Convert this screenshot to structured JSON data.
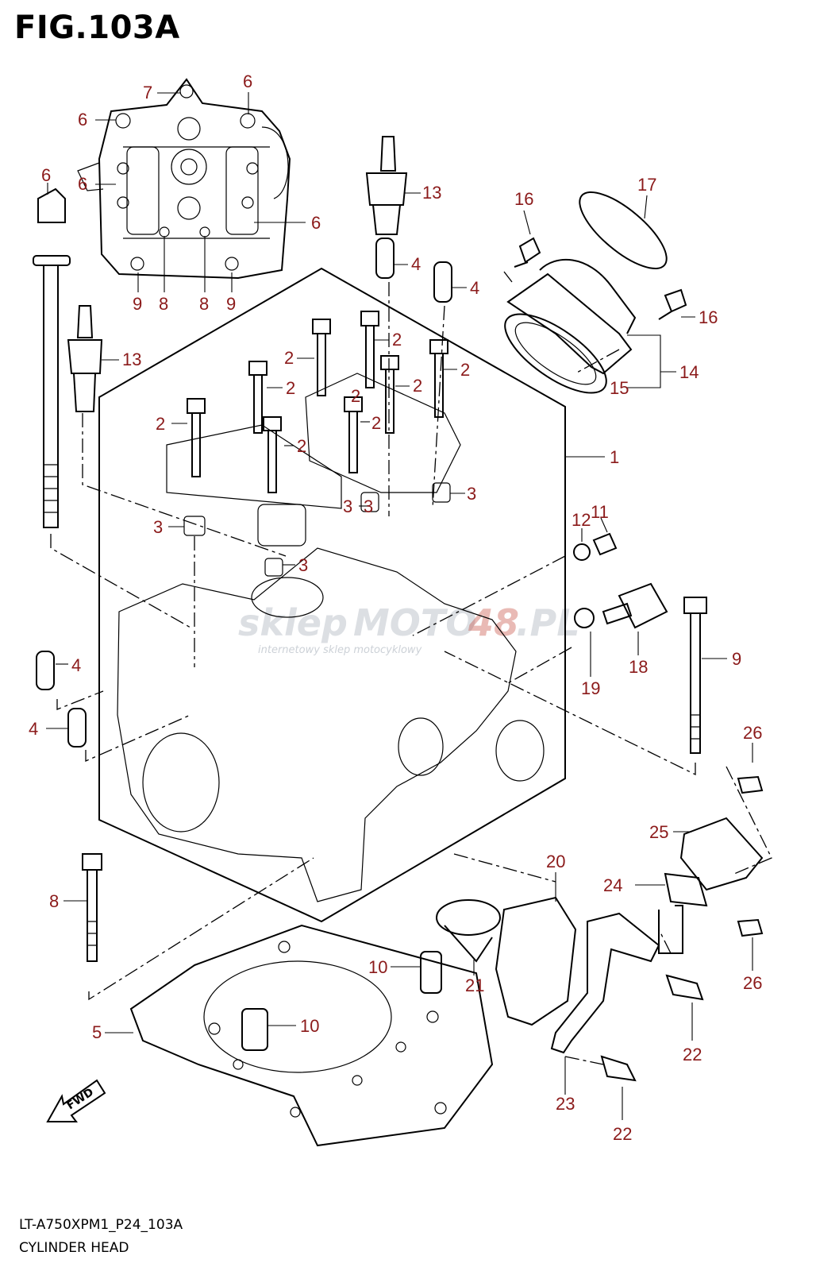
{
  "figure": {
    "title": "FIG.103A",
    "drawing_code": "LT-A750XPM1_P24_103A",
    "name": "CYLINDER HEAD"
  },
  "watermark": {
    "brand_left": "sklep",
    "brand_right": "MOTO",
    "brand_num": "48",
    "brand_tld": ".PL",
    "tagline": "internetowy sklep motocyklowy"
  },
  "fwd_badge": "FWD",
  "callouts": [
    "7",
    "6",
    "6",
    "6",
    "6",
    "6",
    "9",
    "8",
    "8",
    "9",
    "13",
    "13",
    "4",
    "4",
    "4",
    "4",
    "2",
    "2",
    "2",
    "2",
    "2",
    "2",
    "2",
    "2",
    "2",
    "3",
    "3",
    "3",
    "3",
    "3",
    "16",
    "17",
    "16",
    "14",
    "15",
    "1",
    "12",
    "11",
    "18",
    "19",
    "9",
    "26",
    "25",
    "24",
    "26",
    "20",
    "21",
    "10",
    "10",
    "22",
    "22",
    "23",
    "5",
    "8"
  ],
  "accent_color": "#8b1a1a"
}
